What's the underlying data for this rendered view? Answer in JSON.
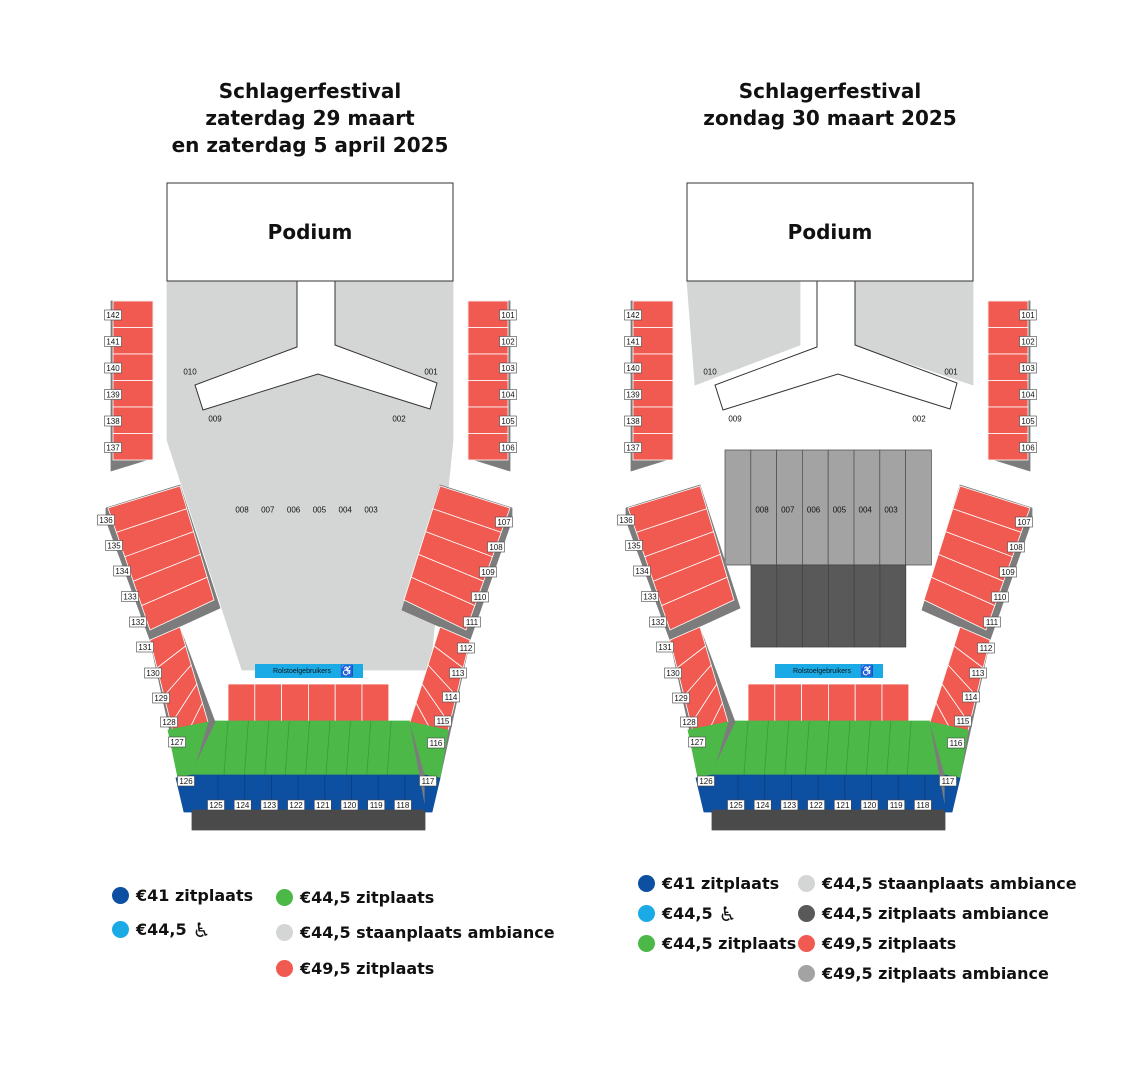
{
  "colors": {
    "red": "#f05a50",
    "green": "#4cb848",
    "blue": "#0d4fa0",
    "light_blue": "#1aabe6",
    "standing": "#d4d5d5",
    "dark_ambiance": "#595959",
    "mid_ambiance": "#a3a3a3",
    "side": "#7c7c7c"
  },
  "plans": [
    {
      "id": "sat",
      "title_lines": [
        "Schlagerfestival",
        "zaterdag 29 maart",
        "en zaterdag 5 april 2025"
      ],
      "stage_label": "Podium",
      "catwalk_labels": {
        "left_top": "010",
        "right_top": "001",
        "left_bottom": "009",
        "right_bottom": "002"
      },
      "floor_sections": [
        "008",
        "007",
        "006",
        "005",
        "004",
        "003"
      ],
      "wheelchair_label": "Rolstoelgebruikers",
      "wheelchair_icon": "wheelchair-icon",
      "left_upper_rows": [
        "142",
        "141",
        "140",
        "139",
        "138",
        "137"
      ],
      "right_upper_rows": [
        "101",
        "102",
        "103",
        "104",
        "105",
        "106"
      ],
      "left_mid_rows": [
        "136",
        "135",
        "134",
        "133",
        "132"
      ],
      "left_lower_rows": [
        "131",
        "130",
        "129",
        "128",
        "127",
        "126"
      ],
      "right_mid_rows": [
        "107",
        "108",
        "109",
        "110",
        "111"
      ],
      "right_lower_rows": [
        "112",
        "113",
        "114",
        "115",
        "116",
        "117"
      ],
      "bottom_rows": [
        "125",
        "124",
        "123",
        "122",
        "121",
        "120",
        "119",
        "118"
      ],
      "legend": [
        {
          "color": "blue",
          "text": "€41 zitplaats"
        },
        {
          "color": "light_blue",
          "text": "€44,5",
          "icon": "wheelchair-icon"
        },
        {
          "color": "green",
          "text": "€44,5 zitplaats"
        },
        {
          "color": "standing",
          "text": "€44,5 staanplaats ambiance"
        },
        {
          "color": "red",
          "text": "€49,5 zitplaats"
        }
      ]
    },
    {
      "id": "sun",
      "title_lines": [
        "Schlagerfestival",
        "zondag 30 maart 2025"
      ],
      "stage_label": "Podium",
      "catwalk_labels": {
        "left_top": "010",
        "right_top": "001",
        "left_bottom": "009",
        "right_bottom": "002"
      },
      "floor_sections": [
        "008",
        "007",
        "006",
        "005",
        "004",
        "003"
      ],
      "wheelchair_label": "Rolstoelgebruikers",
      "wheelchair_icon": "wheelchair-icon",
      "left_upper_rows": [
        "142",
        "141",
        "140",
        "139",
        "138",
        "137"
      ],
      "right_upper_rows": [
        "101",
        "102",
        "103",
        "104",
        "105",
        "106"
      ],
      "left_mid_rows": [
        "136",
        "135",
        "134",
        "133",
        "132"
      ],
      "left_lower_rows": [
        "131",
        "130",
        "129",
        "128",
        "127",
        "126"
      ],
      "right_mid_rows": [
        "107",
        "108",
        "109",
        "110",
        "111"
      ],
      "right_lower_rows": [
        "112",
        "113",
        "114",
        "115",
        "116",
        "117"
      ],
      "bottom_rows": [
        "125",
        "124",
        "123",
        "122",
        "121",
        "120",
        "119",
        "118"
      ],
      "legend": [
        {
          "color": "blue",
          "text": "€41 zitplaats"
        },
        {
          "color": "light_blue",
          "text": "€44,5",
          "icon": "wheelchair-icon"
        },
        {
          "color": "green",
          "text": "€44,5 zitplaats"
        },
        {
          "color": "standing",
          "text": "€44,5 staanplaats ambiance"
        },
        {
          "color": "dark_ambiance",
          "text": "€44,5 zitplaats ambiance"
        },
        {
          "color": "red",
          "text": "€49,5 zitplaats"
        },
        {
          "color": "mid_ambiance",
          "text": "€49,5 zitplaats ambiance"
        }
      ]
    }
  ]
}
